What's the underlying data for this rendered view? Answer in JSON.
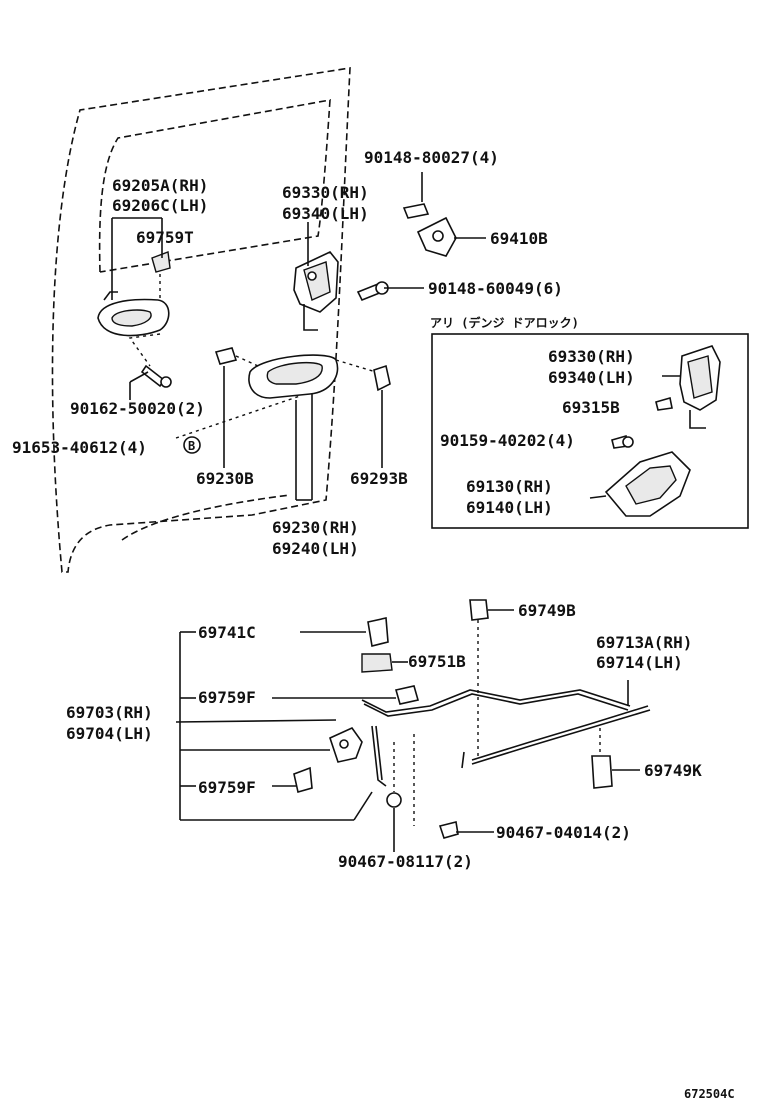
{
  "diagram_id": "672504C",
  "inset_title": "アリ (デンジ ドアロック)",
  "circle_ref": "B",
  "labels": {
    "l_90148_80027": "90148-80027(4)",
    "l_69205a": "69205A(RH)",
    "l_69206c": "69206C(LH)",
    "l_69759t": "69759T",
    "l_69330_main": "69330(RH)",
    "l_69340_main": "69340(LH)",
    "l_69410b": "69410B",
    "l_90148_60049": "90148-60049(6)",
    "l_90162": "90162-50020(2)",
    "l_91653": "91653-40612(4)",
    "l_69230b": "69230B",
    "l_69293b": "69293B",
    "l_69230": "69230(RH)",
    "l_69240": "69240(LH)",
    "l_69330_inset": "69330(RH)",
    "l_69340_inset": "69340(LH)",
    "l_69315b": "69315B",
    "l_90159": "90159-40202(4)",
    "l_69130": "69130(RH)",
    "l_69140": "69140(LH)",
    "l_69741c": "69741C",
    "l_69749b": "69749B",
    "l_69751b": "69751B",
    "l_69713a": "69713A(RH)",
    "l_69714": "69714(LH)",
    "l_69759f_a": "69759F",
    "l_69703": "69703(RH)",
    "l_69704": "69704(LH)",
    "l_69759f_b": "69759F",
    "l_69749k": "69749K",
    "l_90467_04014": "90467-04014(2)",
    "l_90467_08117": "90467-08117(2)"
  }
}
